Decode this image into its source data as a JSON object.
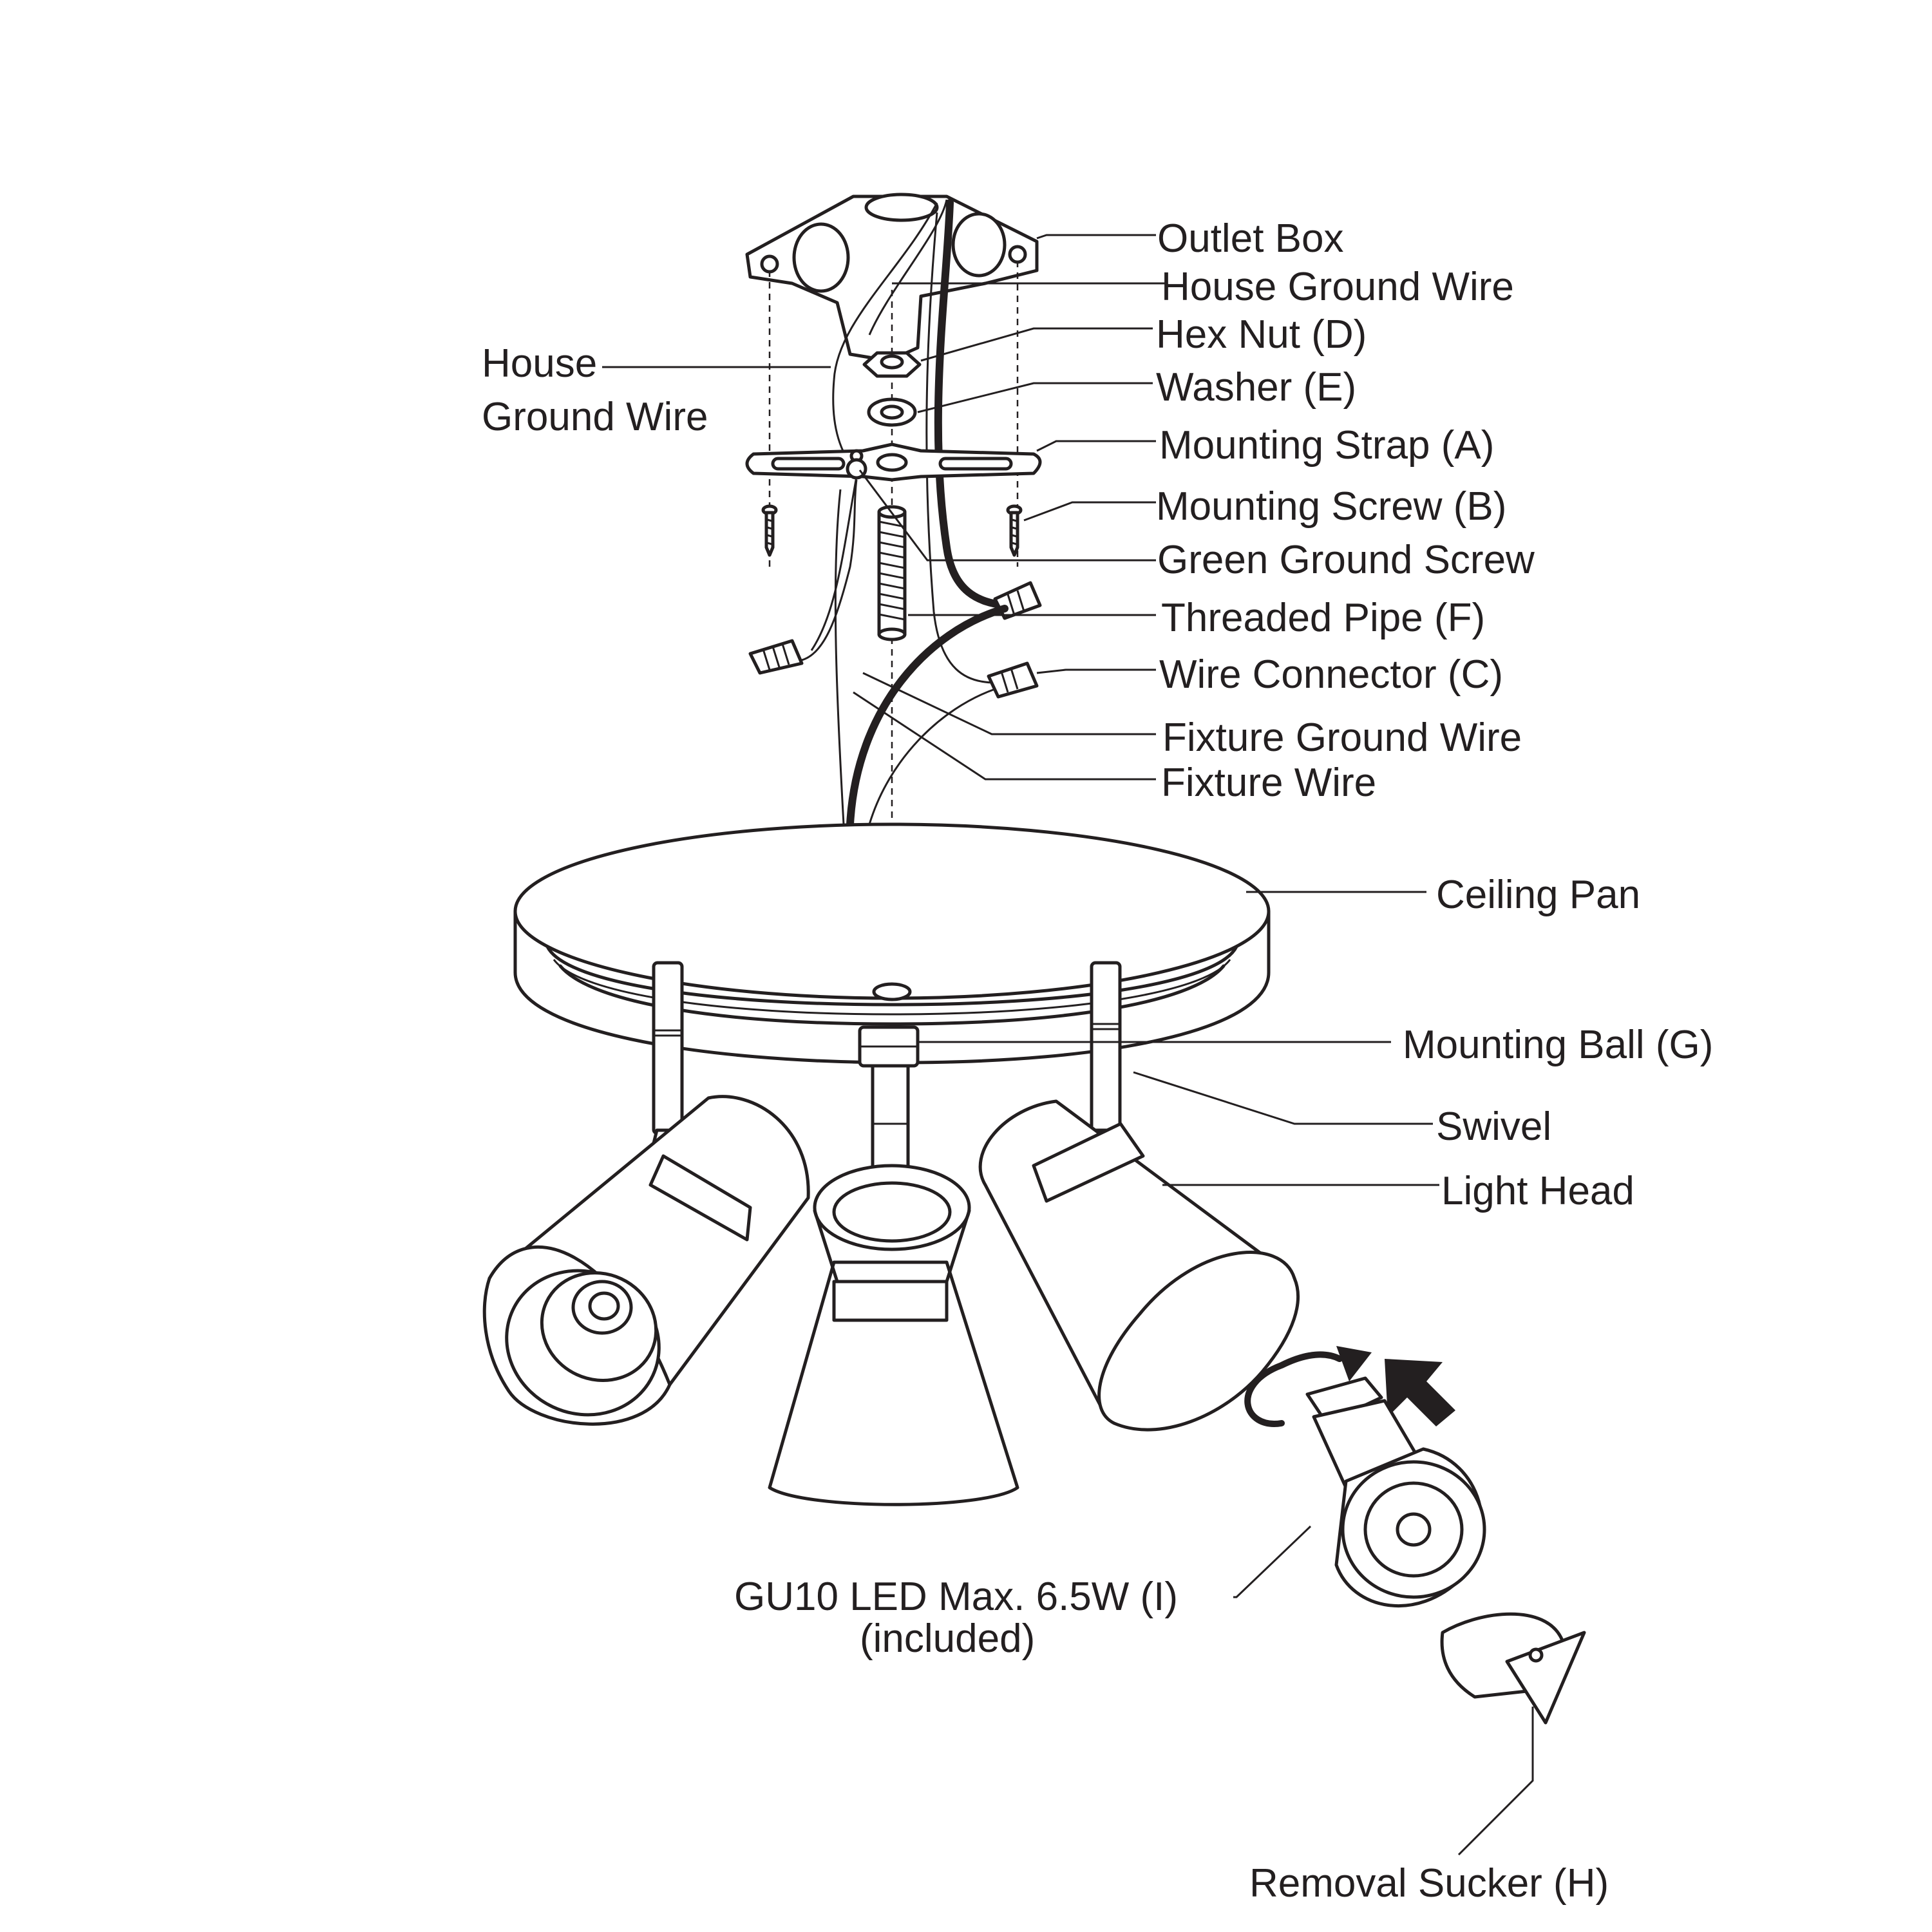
{
  "labels": {
    "outlet_box": "Outlet Box",
    "house_ground_wire_right": "House Ground Wire",
    "hex_nut": "Hex Nut (D)",
    "washer": "Washer (E)",
    "mounting_strap": "Mounting Strap (A)",
    "mounting_screw": "Mounting Screw (B)",
    "green_ground_screw": "Green Ground Screw",
    "threaded_pipe": "Threaded Pipe (F)",
    "wire_connector": "Wire Connector (C)",
    "fixture_ground_wire": "Fixture Ground Wire",
    "fixture_wire": "Fixture Wire",
    "house_ground_wire_left_line1": "House",
    "house_ground_wire_left_line2": "Ground Wire",
    "ceiling_pan": "Ceiling Pan",
    "mounting_ball": "Mounting Ball (G)",
    "swivel": "Swivel",
    "light_head": "Light Head",
    "bulb_line1": "GU10 LED Max. 6.5W (I)",
    "bulb_line2": "(included)",
    "removal_sucker": "Removal Sucker (H)"
  }
}
